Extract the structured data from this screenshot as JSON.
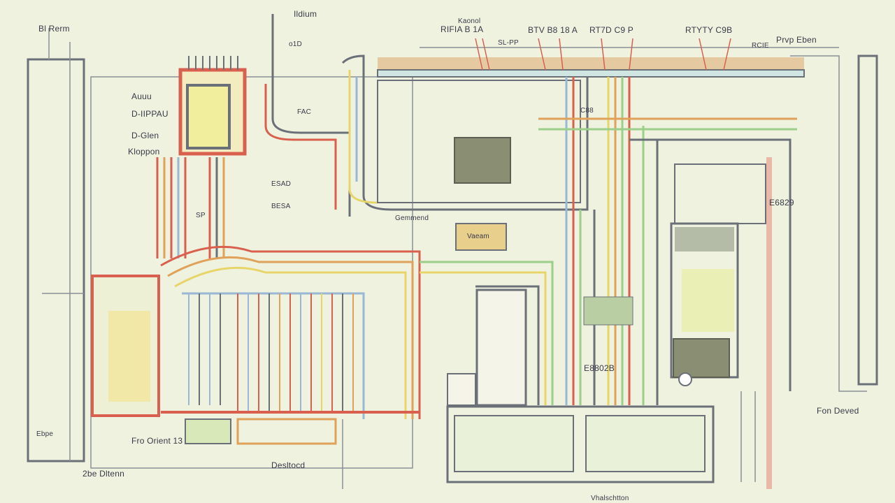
{
  "diagram": {
    "title_bottom_left": "2be Dltenn",
    "title_bottom_center": "Vhalschtton",
    "labels": {
      "top_left": "Bl Rerm",
      "top_mid": "Ildium",
      "top_small": "o1D",
      "kaonol": "Kaonol",
      "grp1": "RIFIA B 1A",
      "grp2": "BTV B8 18 A",
      "grp3": "RT7D C9 P",
      "grp4": "RTYTY C9B",
      "sub1": "SL-PP",
      "sub2": "RCIE",
      "prvp": "Prvp Eben",
      "auuu": "Auuu",
      "dippau": "D-IIPPAU",
      "dglen": "D-Glen",
      "kloppon": "Kloppon",
      "fac": "FAC",
      "esad": "ESAD",
      "besa": "BESA",
      "gemmend": "Gemmend",
      "vaeam": "Vaeam",
      "e6829": "E6829",
      "e8802b": "E8802B",
      "fon_deved": "Fon Deved",
      "fro_orient": "Fro Orient 13",
      "ebpe": "Ebpe",
      "desltocd": "Desltocd",
      "sp": "SP",
      "c88": "C88"
    },
    "colors": {
      "background": "#eef2df",
      "red": "#d9604e",
      "orange": "#e0a25a",
      "yellow": "#e8d56a",
      "green": "#9bcf8a",
      "blue": "#9ab8d6",
      "gray": "#6b7078",
      "olive": "#8a8f73"
    }
  }
}
